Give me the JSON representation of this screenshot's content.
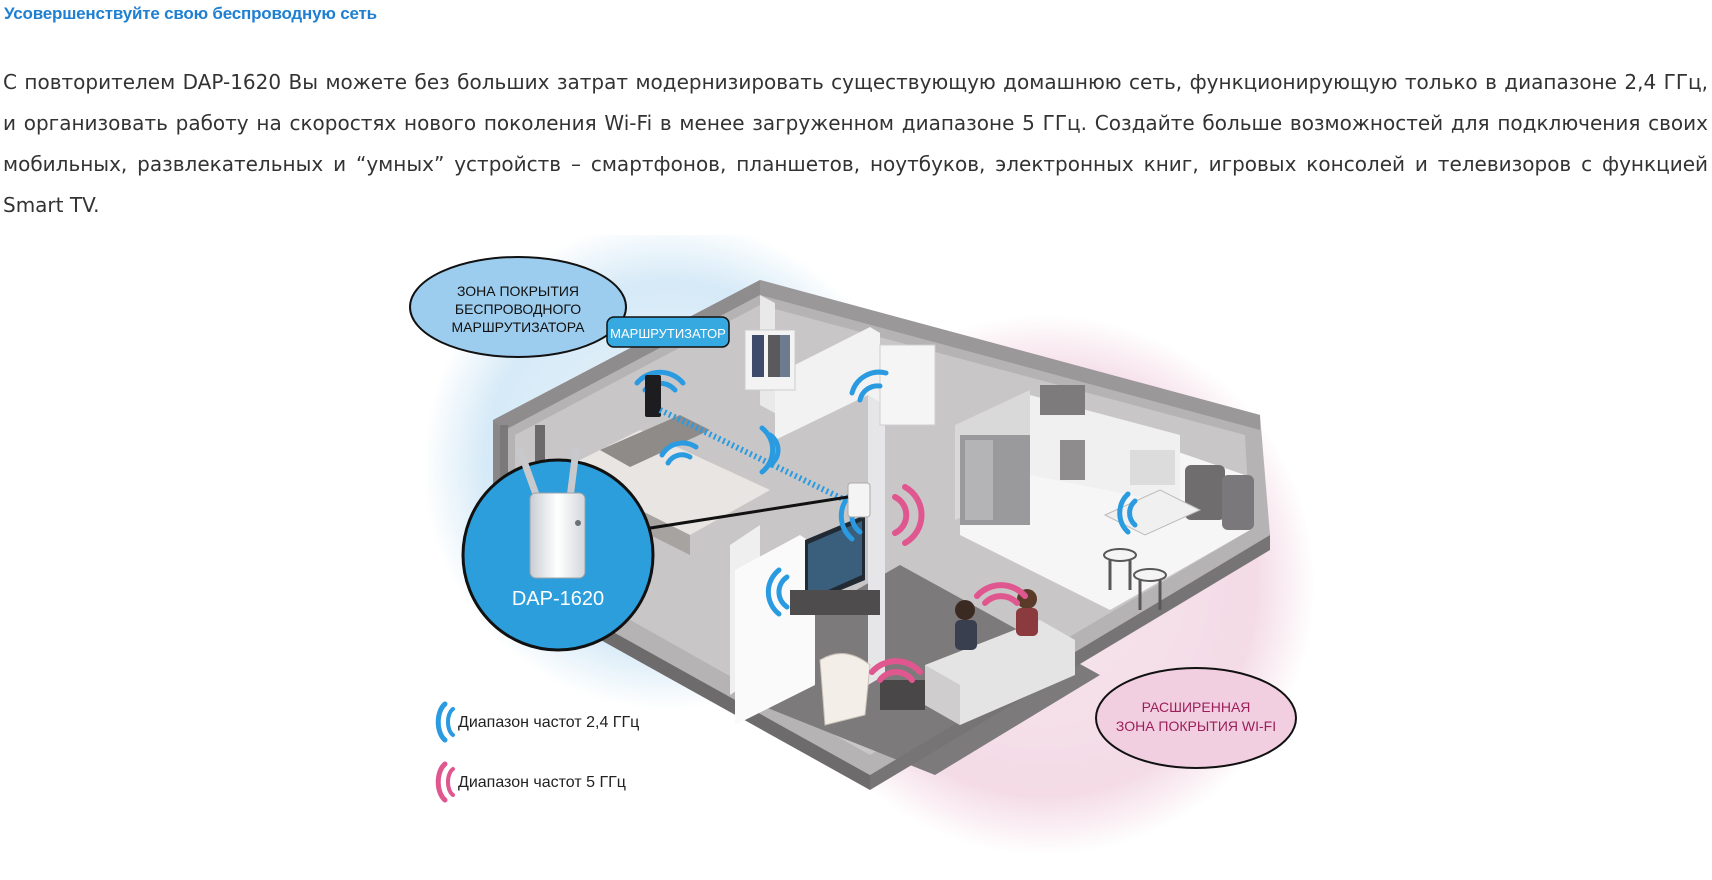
{
  "section": {
    "title": "Усовершенствуйте свою беспроводную сеть"
  },
  "intro": {
    "text": "С повторителем DAP-1620 Вы можете без больших затрат модернизировать существующую домашнюю сеть, функционирующую только в диапазоне 2,4 ГГц, и организовать работу на скоростях нового поколения Wi-Fi в менее загруженном диапазоне 5 ГГц. Создайте больше возможностей для подключения своих мобильных, развлекательных и “умных” устройств – смартфонов, планшетов, ноутбуков, электронных книг, игровых консолей и телевизоров с функцией Smart TV."
  },
  "diagram": {
    "router_zone_label": [
      "ЗОНА ПОКРЫТИЯ",
      "БЕСПРОВОДНОГО",
      "МАРШРУТИЗАТОРА"
    ],
    "router_label": "МАРШРУТИЗАТОР",
    "device_label": "DAP-1620",
    "extended_zone_label": [
      "РАСШИРЕННАЯ",
      "ЗОНА ПОКРЫТИЯ WI-FI"
    ],
    "legend": [
      {
        "label": "Диапазон частот 2,4 ГГц",
        "color": "#2a9be0"
      },
      {
        "label": "Диапазон частот 5 ГГц",
        "color": "#e0578f"
      }
    ]
  },
  "colors": {
    "title": "#1f7fd1",
    "blue_zone": "#cfe6f6",
    "pink_zone": "#f3d9e4",
    "router_zone_bubble": "#9dcdee",
    "router_tag": "#36a9e1",
    "extended_zone_bubble": "#f2cfe0",
    "extended_zone_text": "#9b1f5b",
    "signal_24": "#2a9be0",
    "signal_5": "#e0578f"
  }
}
